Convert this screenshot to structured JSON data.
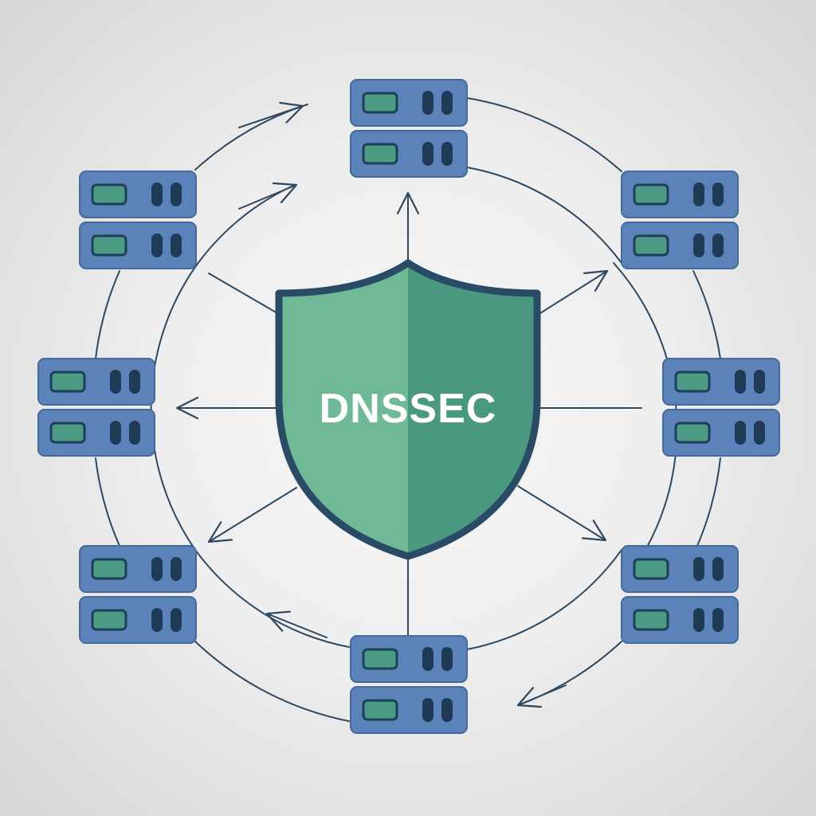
{
  "shield": {
    "label": "DNSSEC",
    "fill_left": "#6fb996",
    "fill_right": "#4a9880",
    "outline": "#2a4b66",
    "label_color": "#ffffff"
  },
  "server": {
    "icon": "server-rack-icon",
    "body_color": "#5b82b9",
    "border_color": "#46699c",
    "indicator_color": "#4b9a84",
    "indicator_border": "#1f3f58",
    "led_color": "#1f3a57"
  },
  "lines": {
    "color": "#2e4860"
  },
  "servers": [
    {
      "id": "top"
    },
    {
      "id": "upper-right"
    },
    {
      "id": "right"
    },
    {
      "id": "lower-right"
    },
    {
      "id": "bottom"
    },
    {
      "id": "lower-left"
    },
    {
      "id": "left"
    },
    {
      "id": "upper-left"
    }
  ]
}
